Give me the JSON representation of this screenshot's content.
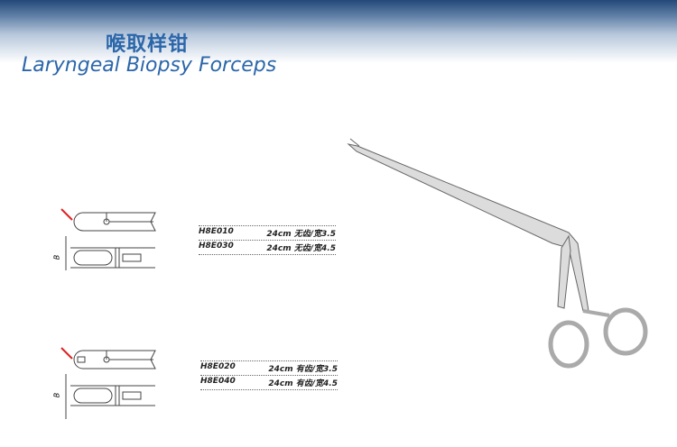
{
  "header": {
    "title_cn": "喉取样钳",
    "title_en": "Laryngeal Biopsy Forceps"
  },
  "groups": [
    {
      "dimension_label": "B",
      "items": [
        {
          "code": "H8E010",
          "spec": "24cm 无齿/宽3.5"
        },
        {
          "code": "H8E030",
          "spec": "24cm 无齿/宽4.5"
        }
      ]
    },
    {
      "dimension_label": "B",
      "items": [
        {
          "code": "H8E020",
          "spec": "24cm 有齿/宽3.5"
        },
        {
          "code": "H8E040",
          "spec": "24cm 有齿/宽4.5"
        }
      ]
    }
  ]
}
